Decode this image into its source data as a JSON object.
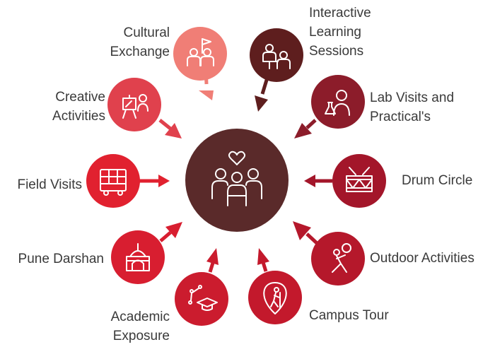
{
  "diagram": {
    "center": {
      "icon": "family-heart-icon",
      "color": "#5a2a2a"
    },
    "items": [
      {
        "id": "cultural-exchange",
        "lines": [
          "Cultural",
          "Exchange"
        ],
        "icon": "people-flag-icon",
        "color": "#f07e76"
      },
      {
        "id": "interactive-learning",
        "lines": [
          "Interactive",
          "Learning",
          "Sessions"
        ],
        "icon": "teacher-student-icon",
        "color": "#5e1e1e"
      },
      {
        "id": "creative-activities",
        "lines": [
          "Creative",
          "Activities"
        ],
        "icon": "easel-painter-icon",
        "color": "#e0414d"
      },
      {
        "id": "lab-visits",
        "lines": [
          "Lab Visits and",
          "Practical's"
        ],
        "icon": "scientist-flask-icon",
        "color": "#8c1c2a"
      },
      {
        "id": "field-visits",
        "lines": [
          "Field Visits"
        ],
        "icon": "bus-icon",
        "color": "#e1212f"
      },
      {
        "id": "drum-circle",
        "lines": [
          "Drum Circle"
        ],
        "icon": "drum-icon",
        "color": "#a3162a"
      },
      {
        "id": "pune-darshan",
        "lines": [
          "Pune Darshan"
        ],
        "icon": "monument-icon",
        "color": "#d81e30"
      },
      {
        "id": "outdoor-activities",
        "lines": [
          "Outdoor Activities"
        ],
        "icon": "volleyball-player-icon",
        "color": "#b5182b"
      },
      {
        "id": "academic-exposure",
        "lines": [
          "Academic",
          "Exposure"
        ],
        "icon": "graduation-cap-icon",
        "color": "#cb1c2e"
      },
      {
        "id": "campus-tour",
        "lines": [
          "Campus Tour"
        ],
        "icon": "hiker-location-icon",
        "color": "#c3192c"
      }
    ]
  }
}
